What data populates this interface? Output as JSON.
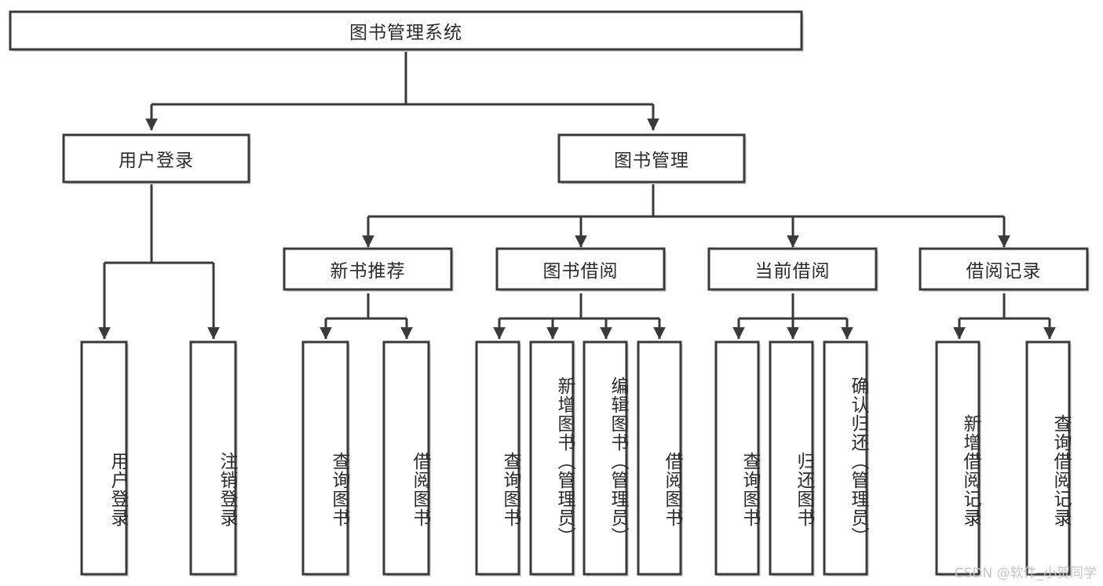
{
  "diagram": {
    "type": "tree",
    "title": "图书管理系统",
    "root": {
      "label": "图书管理系统"
    },
    "level1": [
      {
        "label": "用户登录"
      },
      {
        "label": "图书管理"
      }
    ],
    "level2": [
      {
        "label": "新书推荐"
      },
      {
        "label": "图书借阅"
      },
      {
        "label": "当前借阅"
      },
      {
        "label": "借阅记录"
      }
    ],
    "leaves": {
      "user_login": [
        {
          "label": "用户登录"
        },
        {
          "label": "注销登录"
        }
      ],
      "new_book_recommend": [
        {
          "label": "查询图书"
        },
        {
          "label": "借阅图书"
        }
      ],
      "book_borrow": [
        {
          "label": "查询图书"
        },
        {
          "label": "新增图书（管理员）"
        },
        {
          "label": "编辑图书（管理员）"
        },
        {
          "label": "借阅图书"
        }
      ],
      "current_borrow": [
        {
          "label": "查询图书"
        },
        {
          "label": "归还图书"
        },
        {
          "label": "确认归还（管理员）"
        }
      ],
      "borrow_record": [
        {
          "label": "新增借阅记录"
        },
        {
          "label": "查询借阅记录"
        }
      ]
    }
  },
  "watermark": {
    "text": "CSDN @软件_小贺同学"
  },
  "colors": {
    "stroke": "#3a3a3a",
    "fill": "#ffffff",
    "text": "#2b2b2b",
    "watermark": "#c6c6c6",
    "background": "#ffffff"
  }
}
